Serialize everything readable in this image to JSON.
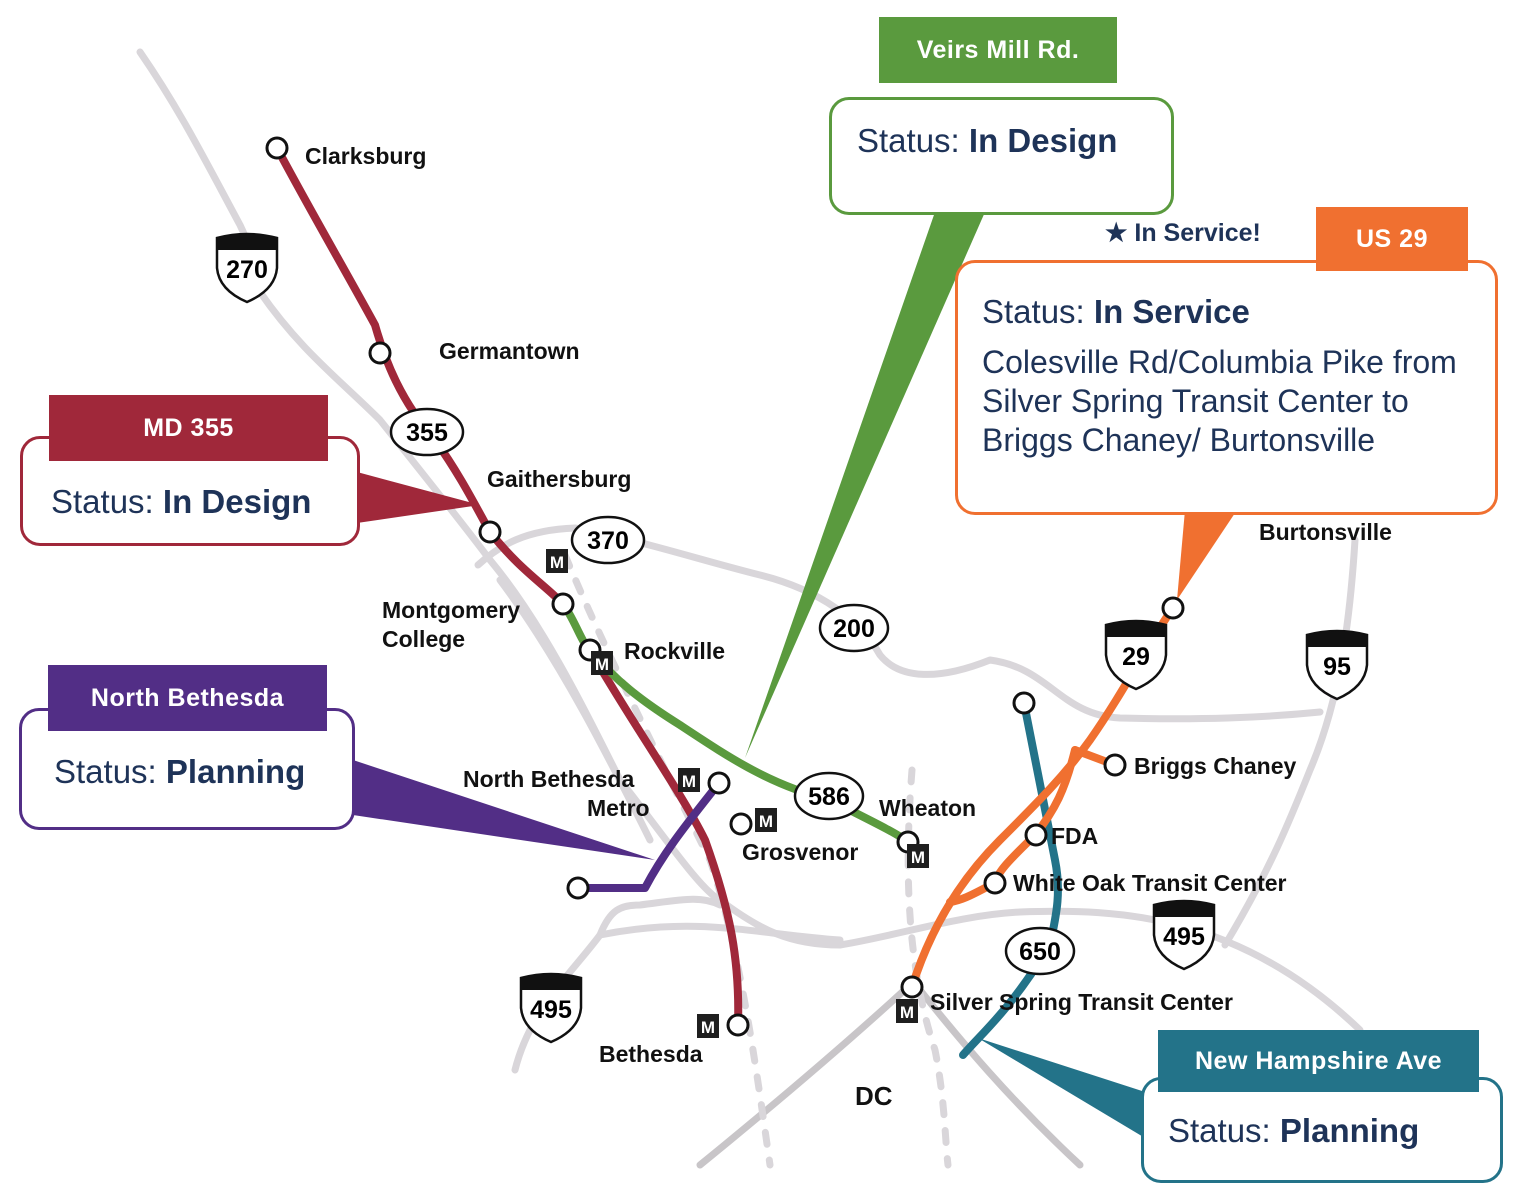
{
  "lines": [
    {
      "tab": "Veirs Mill Rd.",
      "status_label": "Status:",
      "status_value": "In Design",
      "color": "#5a9a3e"
    },
    {
      "tab": "US 29",
      "status_label": "Status:",
      "status_value": "In Service",
      "description": "Colesville Rd/Columbia Pike from Silver Spring Transit Center to Briggs Chaney/ Burtonsville",
      "badge": "In Service!",
      "color": "#f07030"
    },
    {
      "tab": "MD 355",
      "status_label": "Status:",
      "status_value": "In Design",
      "color": "#a0283a"
    },
    {
      "tab": "North Bethesda",
      "status_label": "Status:",
      "status_value": "Planning",
      "color": "#522e86"
    },
    {
      "tab": "New Hampshire Ave",
      "status_label": "Status:",
      "status_value": "Planning",
      "color": "#237389"
    }
  ],
  "stations": {
    "clarksburg": "Clarksburg",
    "germantown": "Germantown",
    "gaithersburg": "Gaithersburg",
    "montgomery_college_1": "Montgomery",
    "montgomery_college_2": "College",
    "rockville": "Rockville",
    "north_bethesda_1": "North Bethesda",
    "north_bethesda_2": "Metro",
    "grosvenor": "Grosvenor",
    "wheaton": "Wheaton",
    "bethesda": "Bethesda",
    "burtonsville": "Burtonsville",
    "briggs_chaney": "Briggs Chaney",
    "fda": "FDA",
    "white_oak": "White Oak Transit Center",
    "silver_spring": "Silver Spring Transit Center",
    "dc": "DC"
  },
  "routes": {
    "i270": "270",
    "md355": "355",
    "md370": "370",
    "md200": "200",
    "us29": "29",
    "i95": "95",
    "md586": "586",
    "i495_west": "495",
    "i495_east": "495",
    "md650": "650"
  },
  "metro_mark": "M"
}
